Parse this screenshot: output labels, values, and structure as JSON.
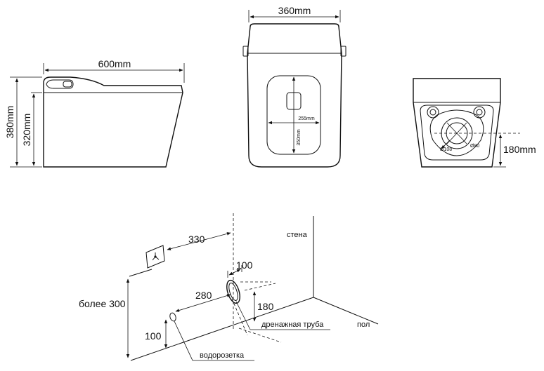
{
  "side_view": {
    "length_label": "600mm",
    "height_total_label": "380mm",
    "height_body_label": "320mm"
  },
  "top_view": {
    "width_label": "360mm",
    "seat_width_label": "255mm",
    "seat_length_label": "350mm"
  },
  "bottom_view": {
    "drain_height_label": "180mm",
    "outer_diameter_label": "Ø108",
    "inner_diameter_label": "Ø80"
  },
  "installation": {
    "wall_label": "стена",
    "floor_label": "пол",
    "outlet_distance_label": "330",
    "drain_diameter_label": "100",
    "water_to_drain_label": "280",
    "drain_height_label": "180",
    "min_height_label": "более 300",
    "water_height_label": "100",
    "drain_pipe_label": "дренажная труба",
    "water_socket_label": "водорозетка"
  },
  "icons": [
    "socket-plate-icon",
    "power-plug-icon",
    "drain-pipe-icon",
    "water-inlet-icon"
  ]
}
